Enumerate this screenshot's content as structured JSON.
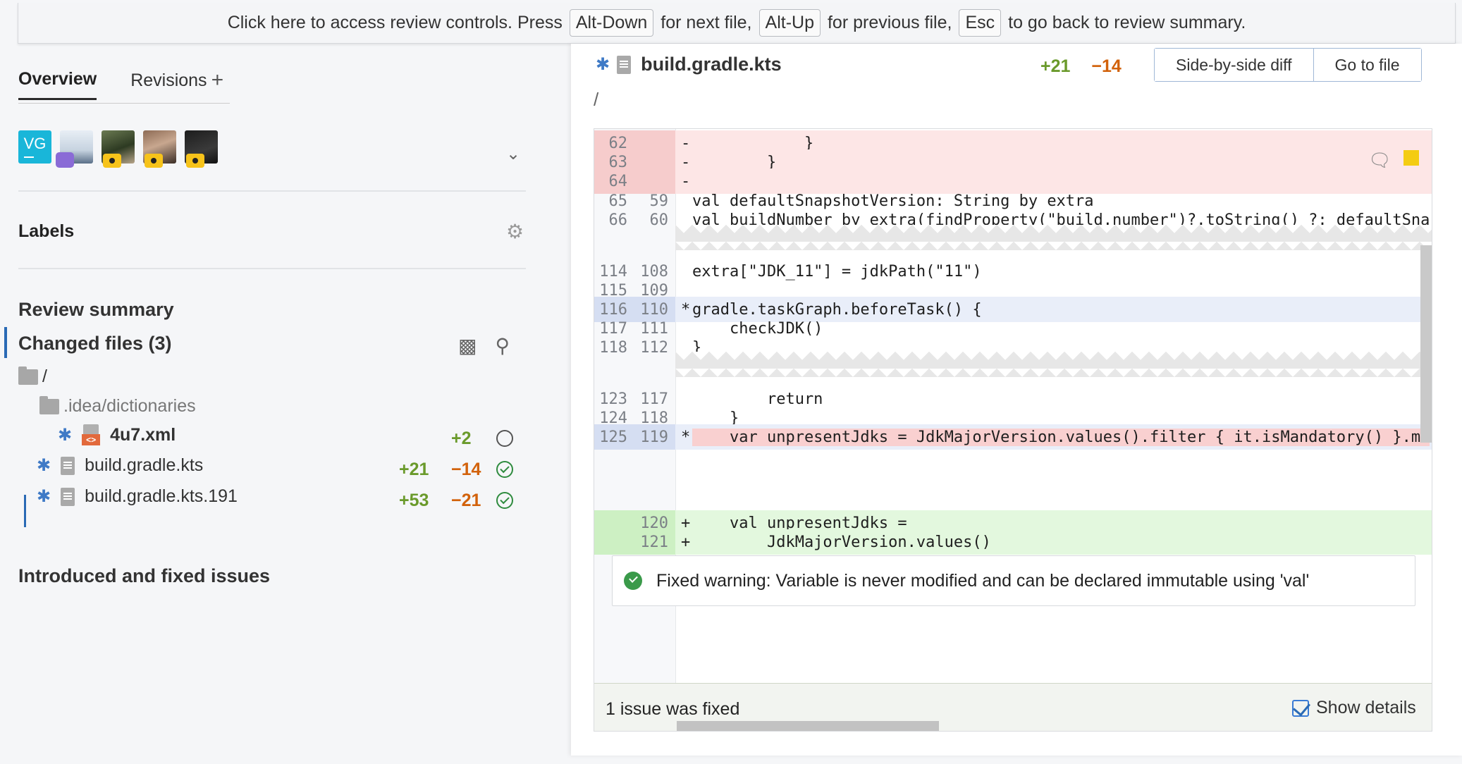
{
  "banner": {
    "text1": "Click here to access review controls. Press",
    "key_next": "Alt-Down",
    "text2": "for next file,",
    "key_prev": "Alt-Up",
    "text3": "for previous file,",
    "key_esc": "Esc",
    "text4": "to go back to review summary."
  },
  "sidebar": {
    "tabs": [
      {
        "label": "Overview",
        "active": true
      },
      {
        "label": "Revisions",
        "active": false
      }
    ],
    "avatars": [
      "VG",
      "user-1",
      "user-2",
      "user-3",
      "user-4"
    ],
    "labels_title": "Labels",
    "review_summary": "Review summary",
    "changed_files": "Changed files (3)",
    "tree": {
      "root": "/",
      "folder": ".idea/dictionaries",
      "files": [
        {
          "name": "4u7.xml",
          "add": "+2",
          "del": "",
          "state": "unreviewed"
        },
        {
          "name": "build.gradle.kts",
          "add": "+21",
          "del": "−14",
          "state": "reviewed"
        },
        {
          "name": "build.gradle.kts.191",
          "add": "+53",
          "del": "−21",
          "state": "reviewed"
        }
      ]
    },
    "issues_title": "Introduced and fixed issues"
  },
  "file_view": {
    "file_name": "build.gradle.kts",
    "add": "+21",
    "del": "−14",
    "btn_side_by_side": "Side-by-side diff",
    "btn_go_to_file": "Go to file",
    "path": "/"
  },
  "diff": {
    "lines": [
      {
        "old": "62",
        "new": "",
        "mk": "-",
        "code": "            }",
        "kind": "del"
      },
      {
        "old": "63",
        "new": "",
        "mk": "-",
        "code": "        }",
        "kind": "del"
      },
      {
        "old": "64",
        "new": "",
        "mk": "-",
        "code": "",
        "kind": "del"
      },
      {
        "old": "65",
        "new": "59",
        "mk": "",
        "code": "val defaultSnapshotVersion: String by extra",
        "kind": "ctx"
      },
      {
        "old": "66",
        "new": "60",
        "mk": "",
        "code": "val buildNumber by extra(findProperty(\"build.number\")?.toString() ?: defaultSna",
        "kind": "ctx"
      },
      {
        "old": "114",
        "new": "108",
        "mk": "",
        "code": "extra[\"JDK_11\"] = jdkPath(\"11\")",
        "kind": "ctx"
      },
      {
        "old": "115",
        "new": "109",
        "mk": "",
        "code": "",
        "kind": "ctx"
      },
      {
        "old": "116",
        "new": "110",
        "mk": "*",
        "code": "gradle.taskGraph.beforeTask() {",
        "kind": "sel"
      },
      {
        "old": "117",
        "new": "111",
        "mk": "",
        "code": "    checkJDK()",
        "kind": "ctx"
      },
      {
        "old": "118",
        "new": "112",
        "mk": "",
        "code": "}",
        "kind": "ctx"
      },
      {
        "old": "123",
        "new": "117",
        "mk": "",
        "code": "        return",
        "kind": "ctx"
      },
      {
        "old": "124",
        "new": "118",
        "mk": "",
        "code": "    }",
        "kind": "ctx"
      },
      {
        "old": "125",
        "new": "119",
        "mk": "*",
        "code": "    var unpresentJdks = JdkMajorVersion.values().filter { it.isMandatory() }.ma",
        "kind": "sel"
      },
      {
        "old": "",
        "new": "120",
        "mk": "+",
        "code": "    val unpresentJdks =",
        "kind": "add"
      },
      {
        "old": "",
        "new": "121",
        "mk": "+",
        "code": "        JdkMajorVersion.values()",
        "kind": "add"
      }
    ],
    "issue_text": "Fixed warning: Variable is never modified and can be declared immutable using 'val'",
    "footer_text": "1 issue was fixed",
    "show_details": "Show details",
    "show_details_checked": true
  }
}
